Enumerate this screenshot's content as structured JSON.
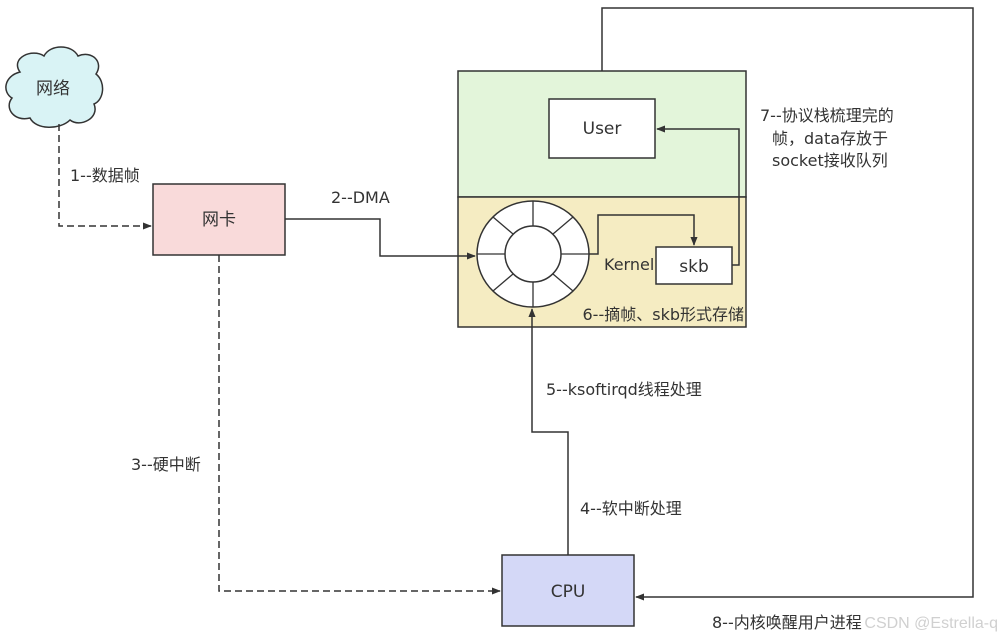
{
  "diagram": {
    "nodes": {
      "network": {
        "label": "网络",
        "fill": "#d9f3f5"
      },
      "nic": {
        "label": "网卡",
        "fill": "#f9dada"
      },
      "user_space": {
        "fill": "#e3f5da"
      },
      "kernel_space": {
        "fill": "#f5ecc2"
      },
      "user": {
        "label": "User",
        "fill": "#ffffff"
      },
      "ring_buffer": {
        "fill": "#ffffff"
      },
      "kernel": {
        "label": "Kernel"
      },
      "skb": {
        "label": "skb",
        "fill": "#ffffff"
      },
      "cpu": {
        "label": "CPU",
        "fill": "#d4d8f7"
      }
    },
    "steps": [
      {
        "id": "step1",
        "label": "1--数据帧"
      },
      {
        "id": "step2",
        "label": "2--DMA"
      },
      {
        "id": "step3",
        "label": "3--硬中断"
      },
      {
        "id": "step4",
        "label": "4--软中断处理"
      },
      {
        "id": "step5",
        "label": "5--ksoftirqd线程处理"
      },
      {
        "id": "step6",
        "label": "6--摘帧、skb形式存储"
      },
      {
        "id": "step7",
        "lines": [
          "7--协议栈梳理完的",
          "帧，data存放于",
          "socket接收队列"
        ]
      },
      {
        "id": "step8",
        "label": "8--内核唤醒用户进程"
      }
    ],
    "stroke_color": "#333333",
    "watermark": "CSDN @Estrella-q"
  }
}
